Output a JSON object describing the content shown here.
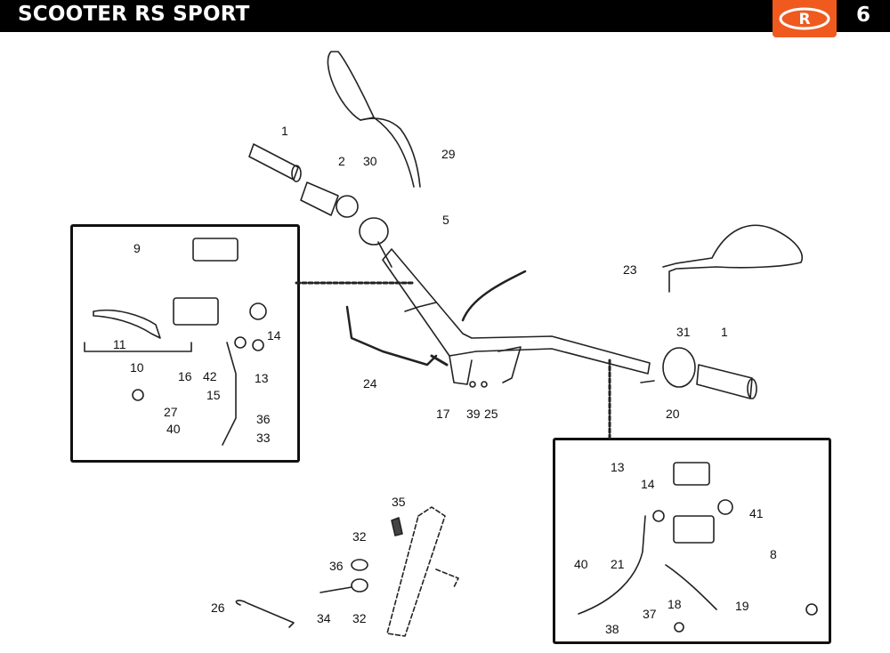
{
  "header": {
    "title": "SCOOTER RS SPORT",
    "page_number": "6",
    "logo_letter": "R",
    "brand_color": "#f05a1e"
  },
  "main_labels": [
    {
      "id": "1",
      "text": "1"
    },
    {
      "id": "2",
      "text": "2"
    },
    {
      "id": "30",
      "text": "30"
    },
    {
      "id": "29",
      "text": "29"
    },
    {
      "id": "5",
      "text": "5"
    },
    {
      "id": "23",
      "text": "23"
    },
    {
      "id": "31",
      "text": "31"
    },
    {
      "id": "1b",
      "text": "1"
    },
    {
      "id": "20",
      "text": "20"
    },
    {
      "id": "24",
      "text": "24"
    },
    {
      "id": "17",
      "text": "17"
    },
    {
      "id": "39",
      "text": "39"
    },
    {
      "id": "25",
      "text": "25"
    }
  ],
  "left_panel_labels": [
    {
      "text": "9"
    },
    {
      "text": "11"
    },
    {
      "text": "10"
    },
    {
      "text": "14"
    },
    {
      "text": "16"
    },
    {
      "text": "42"
    },
    {
      "text": "13"
    },
    {
      "text": "15"
    },
    {
      "text": "27"
    },
    {
      "text": "40"
    },
    {
      "text": "36"
    },
    {
      "text": "33"
    }
  ],
  "right_panel_labels": [
    {
      "text": "13"
    },
    {
      "text": "14"
    },
    {
      "text": "41"
    },
    {
      "text": "8"
    },
    {
      "text": "40"
    },
    {
      "text": "21"
    },
    {
      "text": "18"
    },
    {
      "text": "19"
    },
    {
      "text": "37"
    },
    {
      "text": "38"
    }
  ],
  "bottom_labels": [
    {
      "text": "35"
    },
    {
      "text": "32"
    },
    {
      "text": "36"
    },
    {
      "text": "26"
    },
    {
      "text": "34"
    },
    {
      "text": "32"
    }
  ]
}
